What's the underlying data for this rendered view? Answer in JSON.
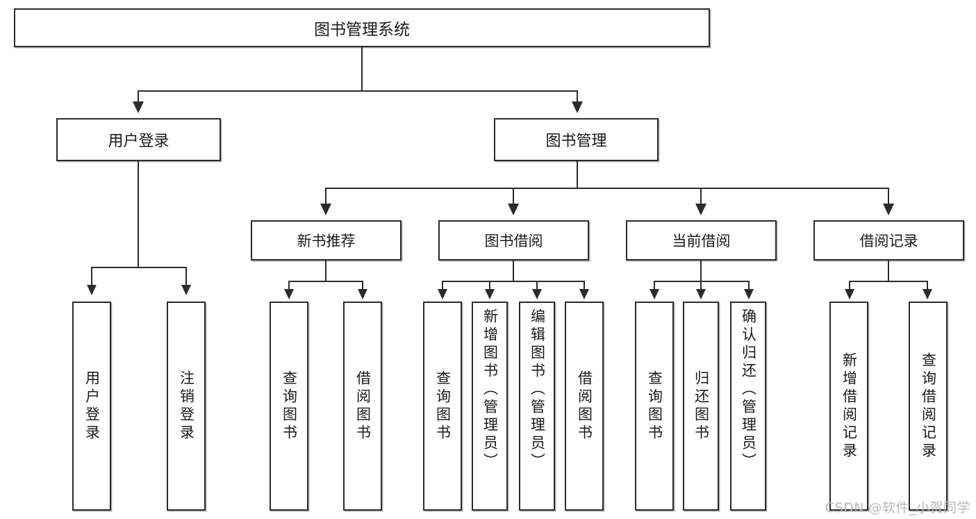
{
  "diagram": {
    "title": "图书管理系统",
    "watermark": "CSDN @软件_小贺同学",
    "root": {
      "label": "图书管理系统"
    },
    "level2": [
      {
        "id": "user-login",
        "label": "用户登录"
      },
      {
        "id": "book-management",
        "label": "图书管理"
      }
    ],
    "level3": [
      {
        "id": "new-book-recommend",
        "label": "新书推荐",
        "parent": "book-management"
      },
      {
        "id": "book-borrow",
        "label": "图书借阅",
        "parent": "book-management"
      },
      {
        "id": "current-borrow",
        "label": "当前借阅",
        "parent": "book-management"
      },
      {
        "id": "borrow-record",
        "label": "借阅记录",
        "parent": "book-management"
      }
    ],
    "leaves": [
      {
        "id": "leaf-user-login",
        "label": "用户登录",
        "parent": "user-login"
      },
      {
        "id": "leaf-logout",
        "label": "注销登录",
        "parent": "user-login"
      },
      {
        "id": "leaf-query-book-1",
        "label": "查询图书",
        "parent": "new-book-recommend"
      },
      {
        "id": "leaf-borrow-book-1",
        "label": "借阅图书",
        "parent": "new-book-recommend"
      },
      {
        "id": "leaf-query-book-2",
        "label": "查询图书",
        "parent": "book-borrow"
      },
      {
        "id": "leaf-add-book",
        "label": "新增图书（管理员）",
        "parent": "book-borrow"
      },
      {
        "id": "leaf-edit-book",
        "label": "编辑图书（管理员）",
        "parent": "book-borrow"
      },
      {
        "id": "leaf-borrow-book-2",
        "label": "借阅图书",
        "parent": "book-borrow"
      },
      {
        "id": "leaf-query-book-3",
        "label": "查询图书",
        "parent": "current-borrow"
      },
      {
        "id": "leaf-return-book",
        "label": "归还图书",
        "parent": "current-borrow"
      },
      {
        "id": "leaf-confirm-return",
        "label": "确认归还（管理员）",
        "parent": "current-borrow"
      },
      {
        "id": "leaf-add-record",
        "label": "新增借阅记录",
        "parent": "borrow-record"
      },
      {
        "id": "leaf-query-record",
        "label": "查询借阅记录",
        "parent": "borrow-record"
      }
    ],
    "colors": {
      "stroke": "#2b2b2b",
      "fill": "#ffffff",
      "watermark": "#b9b9b9"
    }
  }
}
